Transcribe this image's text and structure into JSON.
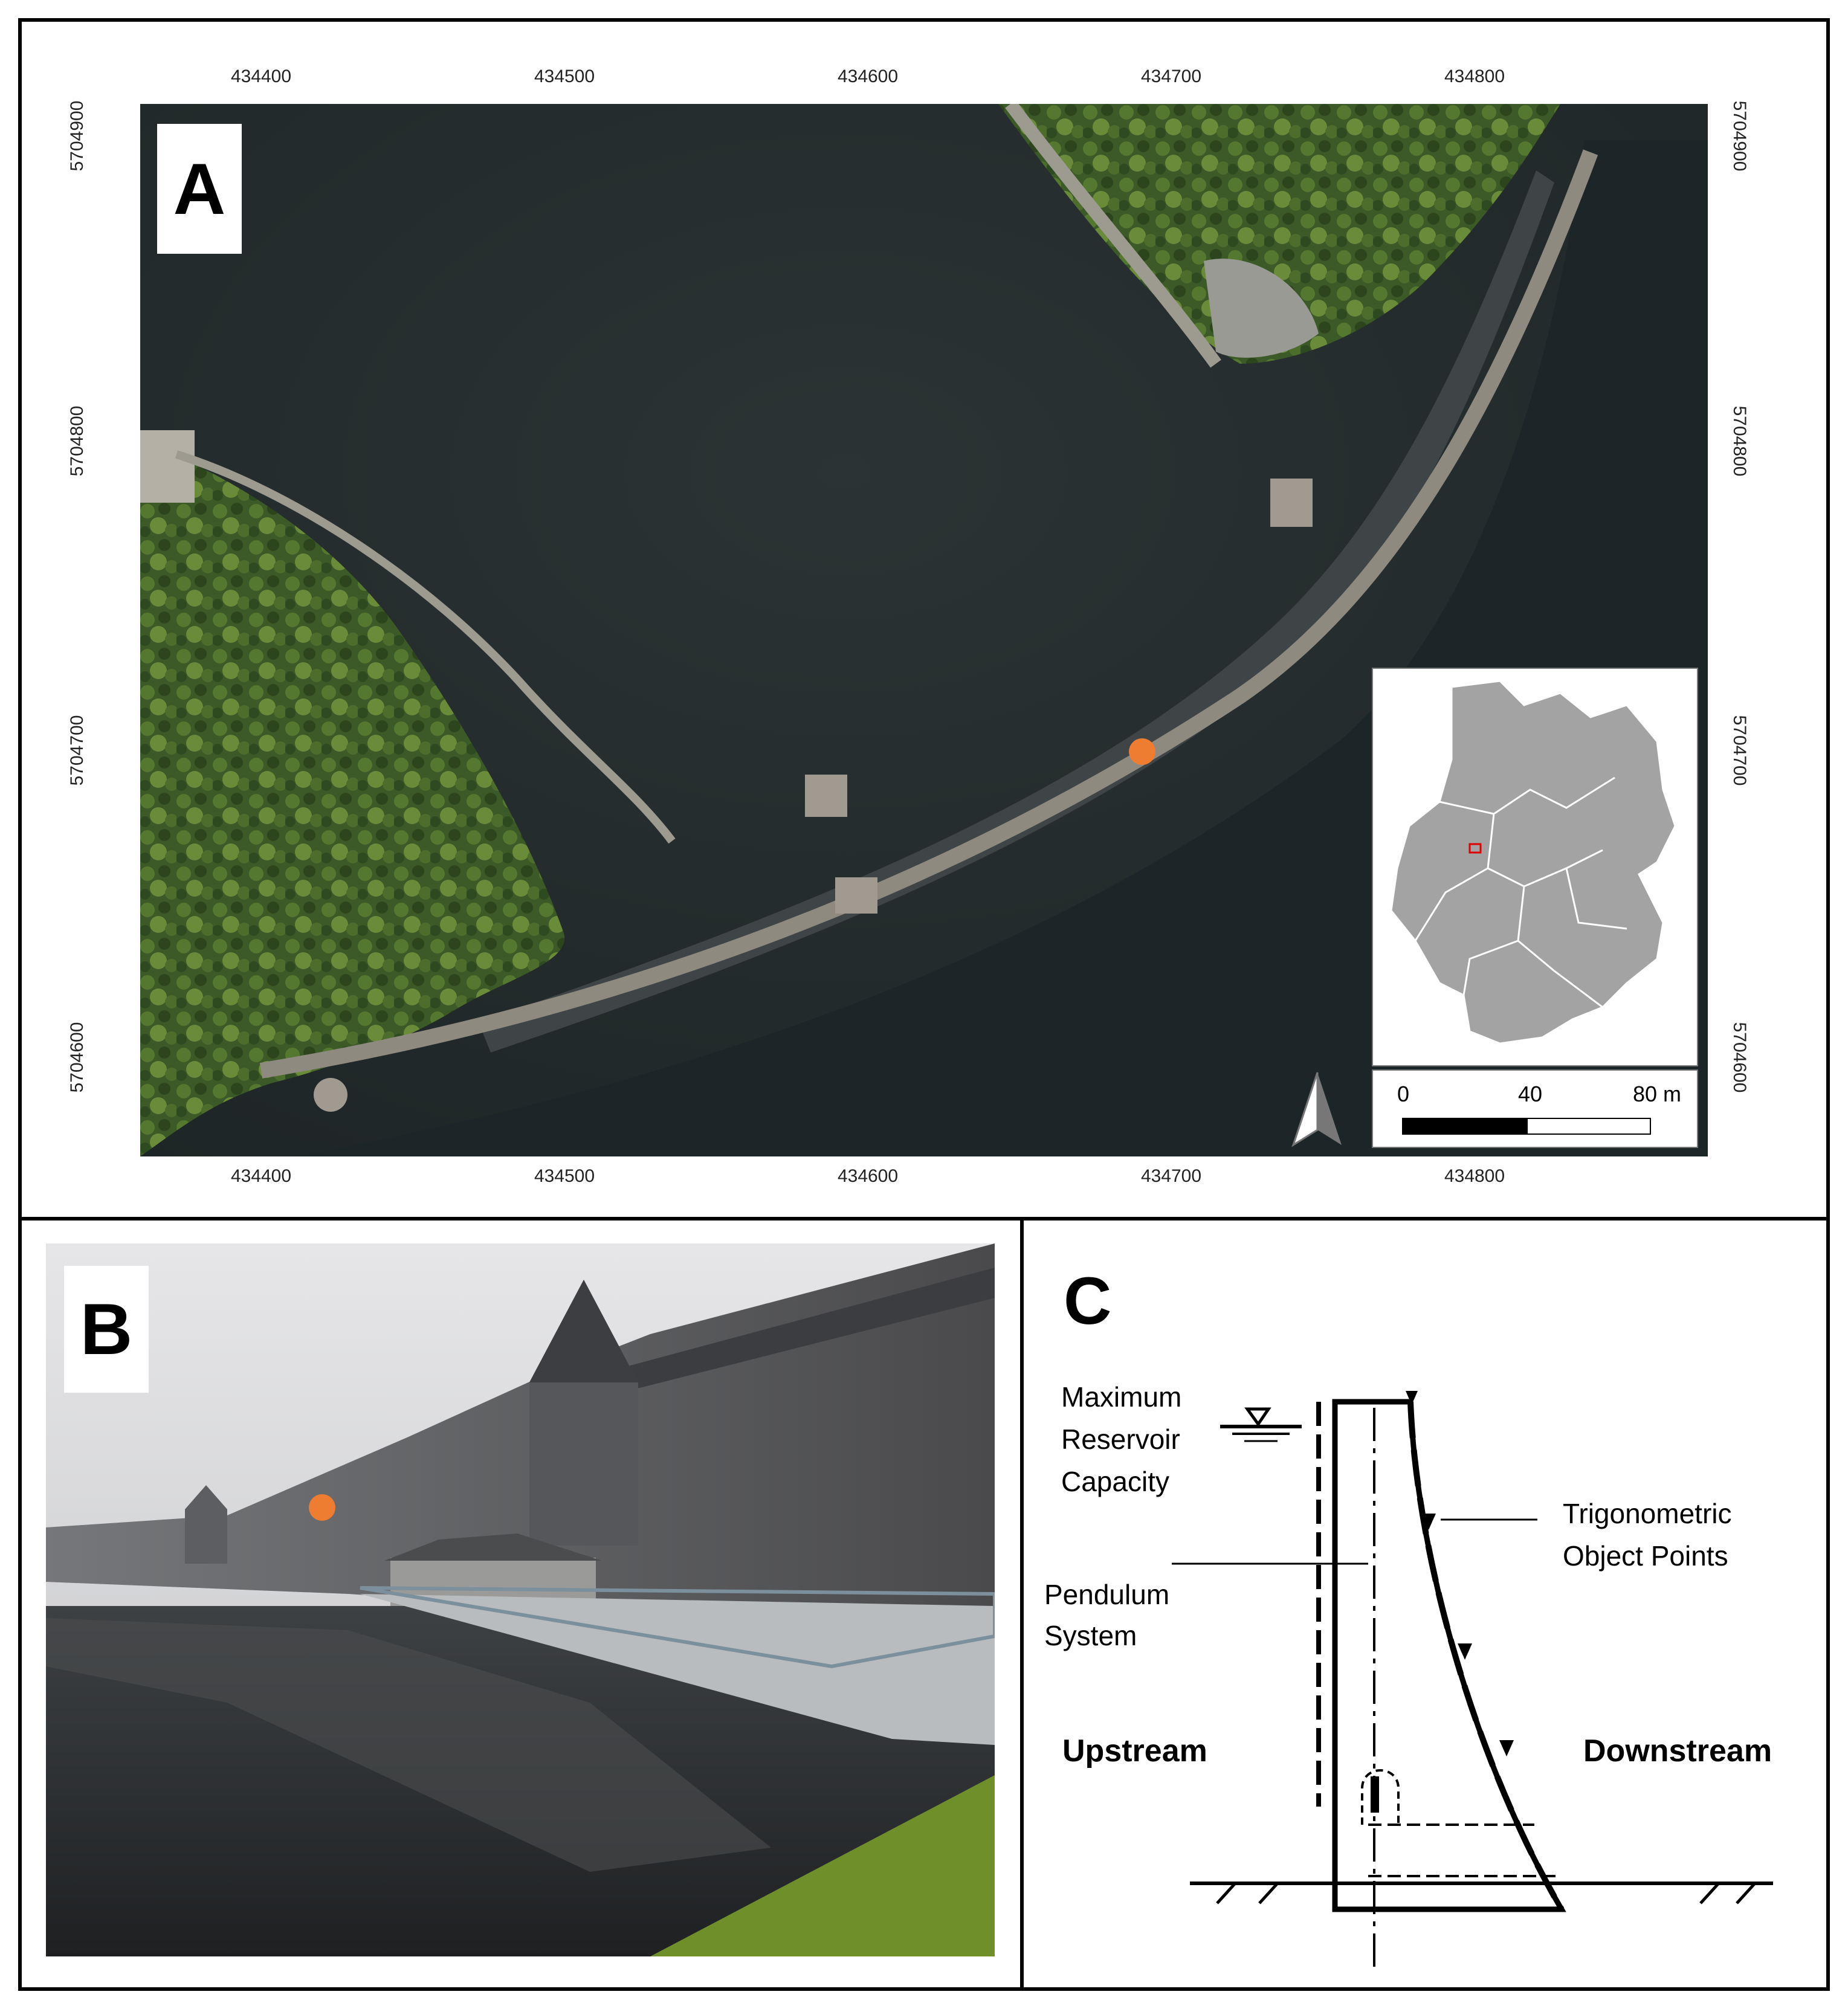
{
  "panel_a": {
    "label": "A",
    "x_ticks": [
      "434400",
      "434500",
      "434600",
      "434700",
      "434800"
    ],
    "y_ticks": [
      "5704900",
      "5704800",
      "5704700",
      "5704600"
    ],
    "scalebar": {
      "labels": [
        "0",
        "40",
        "80 m"
      ]
    },
    "colors": {
      "water": "#222a2b",
      "forest": "#3d5a28",
      "dam": "#8f8a80",
      "marker": "#ee7d31",
      "inset_land": "#a3a3a3",
      "inset_marker": "#e00000"
    }
  },
  "panel_b": {
    "label": "B",
    "colors": {
      "sky": "#d0d0d2",
      "wall": "#5a5a5c",
      "water": "#2c2e30",
      "moss": "#6f8f2a",
      "marker": "#ee7d31"
    }
  },
  "panel_c": {
    "label": "C",
    "labels": {
      "reservoir": [
        "Maximum",
        "Reservoir",
        "Capacity"
      ],
      "trig": [
        "Trigonometric",
        "Object Points"
      ],
      "pendulum": [
        "Pendulum",
        "System"
      ],
      "upstream": "Upstream",
      "downstream": "Downstream"
    }
  }
}
